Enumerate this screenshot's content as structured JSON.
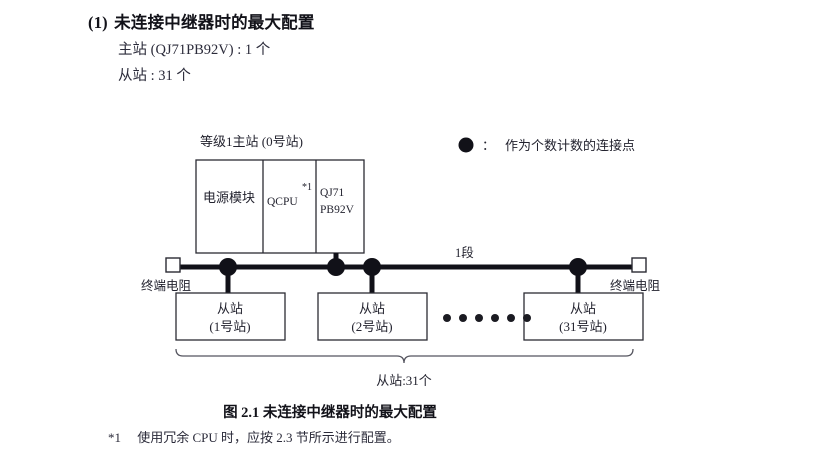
{
  "heading": {
    "number": "(1)",
    "title": "未连接中继器时的最大配置"
  },
  "summary": {
    "master_line": "主站 (QJ71PB92V) : 1 个",
    "slave_line": "从站 : 31 个"
  },
  "legend": {
    "symbol_name": "filled-circle-icon",
    "separator": "：",
    "text": "作为个数计数的连接点"
  },
  "master_station": {
    "label": "等级1主站 (0号站)",
    "modules": [
      {
        "name": "power-module",
        "text": "电源模块"
      },
      {
        "name": "qcpu-module",
        "text": "QCPU",
        "footnote_mark": "*1"
      },
      {
        "name": "pb92v-module",
        "line1": "QJ71",
        "line2": "PB92V"
      }
    ]
  },
  "bus": {
    "segment_label": "1段",
    "terminator_left": "终端电阻",
    "terminator_right": "终端电阻"
  },
  "slaves": [
    {
      "name": "slave-station-1",
      "line1": "从站",
      "line2": "(1号站)"
    },
    {
      "name": "slave-station-2",
      "line1": "从站",
      "line2": "(2号站)"
    },
    {
      "name": "slave-station-31",
      "line1": "从站",
      "line2": "(31号站)"
    }
  ],
  "ellipsis_dot_count": 6,
  "brace": {
    "label": "从站:31个"
  },
  "caption": "图 2.1  未连接中继器时的最大配置",
  "footnote": {
    "mark": "*1",
    "text": "使用冗余 CPU 时，应按 2.3 节所示进行配置。"
  },
  "colors": {
    "text": "#23232f",
    "heading": "#121219",
    "line": "#111118",
    "outline": "#2b2b33",
    "brace": "#55555f"
  }
}
